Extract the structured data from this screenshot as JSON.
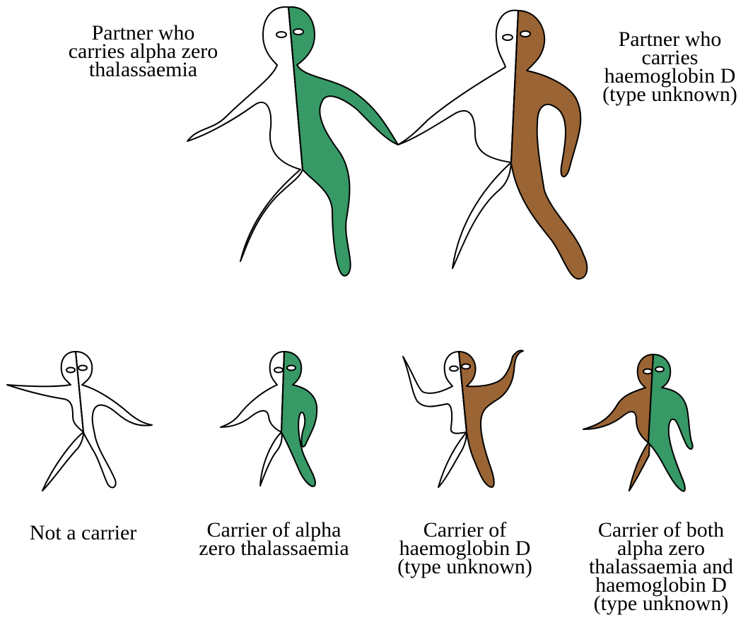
{
  "colors": {
    "alpha_zero": "#379966",
    "haemoglobin_d": "#9a6434",
    "non_carrier": "#ffffff",
    "outline": "#000000"
  },
  "parents": {
    "left": {
      "label": "Partner who\ncarries alpha zero\nthalassaemia",
      "halves": [
        "non_carrier",
        "alpha_zero"
      ]
    },
    "right": {
      "label": "Partner who\ncarries\nhaemoglobin D\n(type unknown)",
      "halves": [
        "non_carrier",
        "haemoglobin_d"
      ]
    }
  },
  "children": [
    {
      "label": "Not a carrier",
      "halves": [
        "non_carrier",
        "non_carrier"
      ]
    },
    {
      "label": "Carrier of alpha\nzero thalassaemia",
      "halves": [
        "non_carrier",
        "alpha_zero"
      ]
    },
    {
      "label": "Carrier of\nhaemoglobin D\n(type unknown)",
      "halves": [
        "non_carrier",
        "haemoglobin_d"
      ]
    },
    {
      "label": "Carrier of both\nalpha zero\nthalassaemia and\nhaemoglobin D\n(type unknown)",
      "halves": [
        "haemoglobin_d",
        "alpha_zero"
      ]
    }
  ]
}
